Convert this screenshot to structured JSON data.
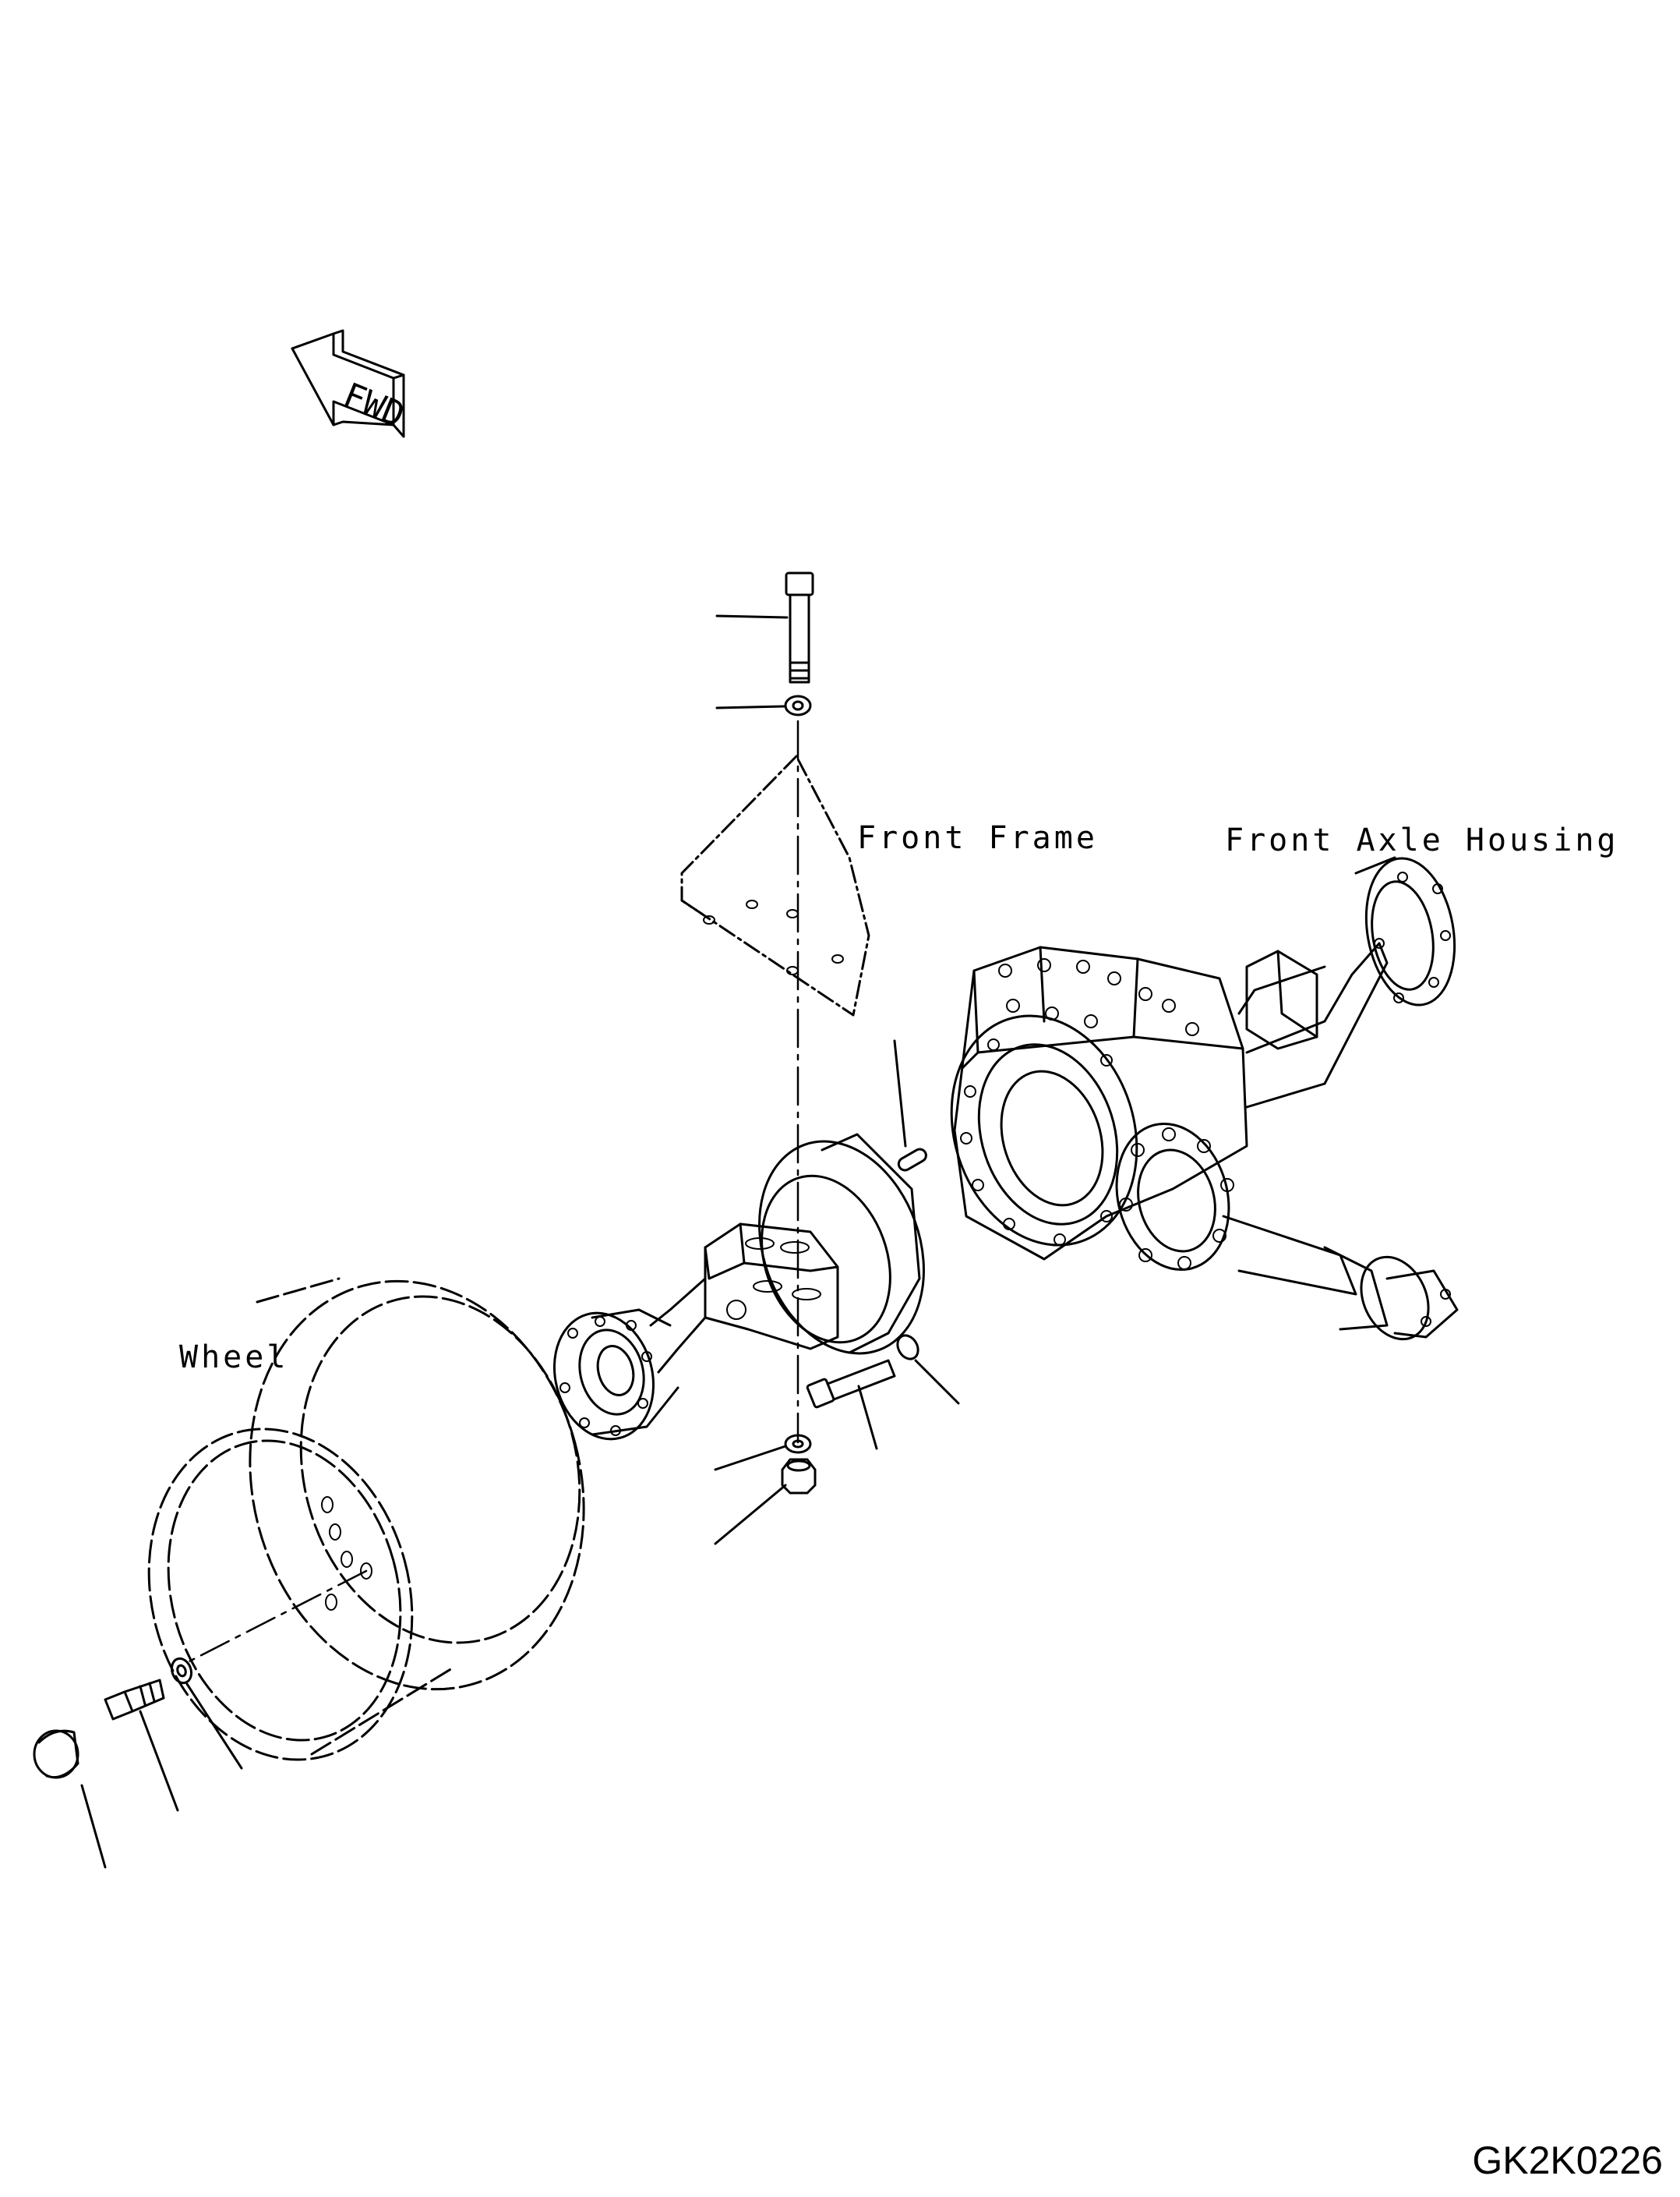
{
  "direction_indicator": {
    "text": "FWD"
  },
  "labels": {
    "front_frame": "Front Frame",
    "front_axle_housing": "Front Axle Housing",
    "wheel": "Wheel"
  },
  "drawing_number": "GK2K0226",
  "colors": {
    "ink": "#000000",
    "paper": "#ffffff"
  }
}
